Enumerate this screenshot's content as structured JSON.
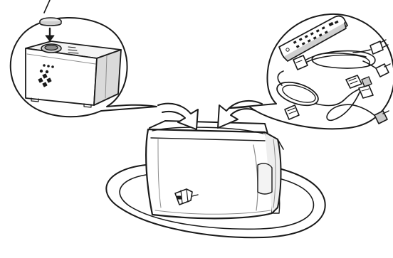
{
  "illustration": {
    "palette": {
      "ink": "#1a1a1a",
      "fill": "#ffffff",
      "shade_light": "#e8e8e8",
      "shade_mid": "#c9c9c9",
      "shade_dark": "#8d8d8d"
    },
    "panels": [
      {
        "name": "projector-panel",
        "depicts": [
          "lens-cap-icon",
          "down-arrow-icon",
          "projector-icon"
        ]
      },
      {
        "name": "accessories-panel",
        "depicts": [
          "remote-control-icon",
          "power-cord-icon",
          "computer-cable-icon",
          "rgb-adaptor-icon"
        ]
      },
      {
        "name": "carrying-bag",
        "depicts": [
          "carrying-bag-icon",
          "shoulder-strap-icon"
        ]
      }
    ]
  }
}
